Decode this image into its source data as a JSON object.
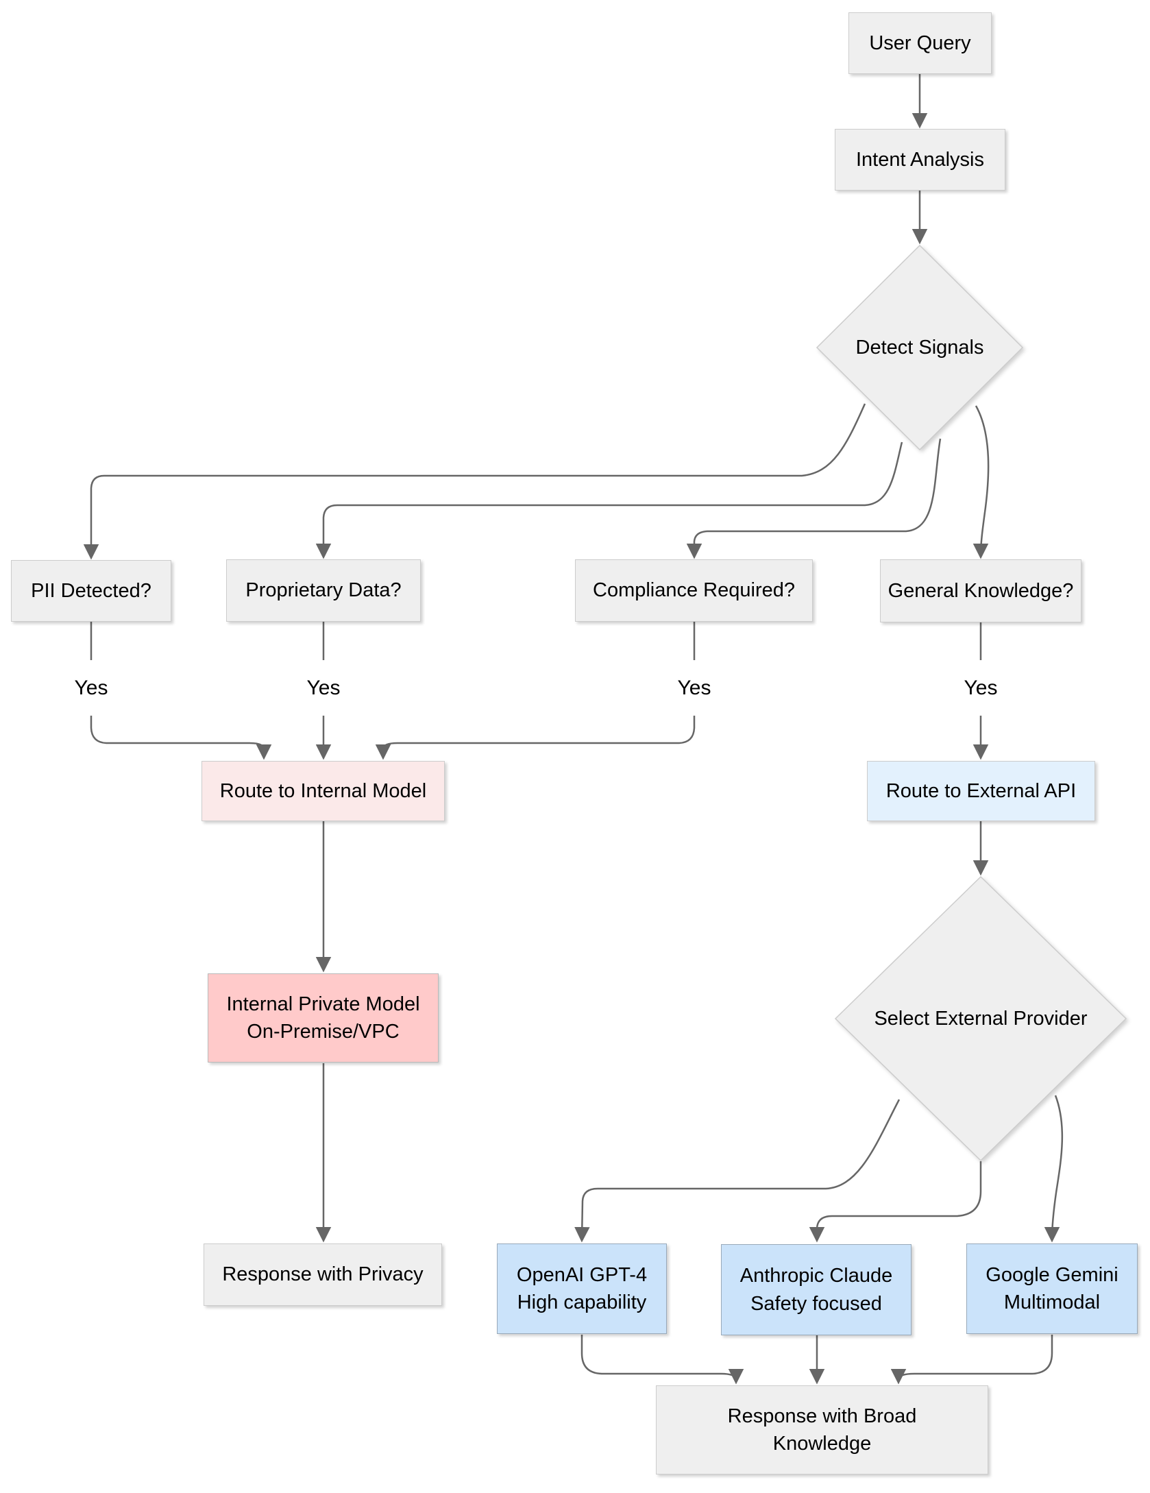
{
  "diagram": {
    "type": "flowchart",
    "direction": "top-down"
  },
  "labels": {
    "yes": "Yes"
  },
  "nodes": {
    "user_query": {
      "label": "User Query",
      "shape": "rect",
      "fill": "gray"
    },
    "intent_analysis": {
      "label": "Intent Analysis",
      "shape": "rect",
      "fill": "gray"
    },
    "detect_signals": {
      "label": "Detect Signals",
      "shape": "diamond",
      "fill": "gray"
    },
    "pii": {
      "label": "PII Detected?",
      "shape": "rect",
      "fill": "gray"
    },
    "proprietary": {
      "label": "Proprietary Data?",
      "shape": "rect",
      "fill": "gray"
    },
    "compliance": {
      "label": "Compliance Required?",
      "shape": "rect",
      "fill": "gray"
    },
    "general": {
      "label": "General Knowledge?",
      "shape": "rect",
      "fill": "gray"
    },
    "route_internal": {
      "label": "Route to Internal Model",
      "shape": "rect",
      "fill": "light_pink"
    },
    "route_external": {
      "label": "Route to External API",
      "shape": "rect",
      "fill": "light_blue"
    },
    "internal_model": {
      "line1": "Internal Private Model",
      "line2": "On-Premise/VPC",
      "shape": "rect",
      "fill": "pink"
    },
    "select_provider": {
      "label": "Select External Provider",
      "shape": "diamond",
      "fill": "gray"
    },
    "response_privacy": {
      "label": "Response with Privacy",
      "shape": "rect",
      "fill": "gray"
    },
    "openai": {
      "line1": "OpenAI GPT-4",
      "line2": "High capability",
      "shape": "rect",
      "fill": "blue"
    },
    "anthropic": {
      "line1": "Anthropic Claude",
      "line2": "Safety focused",
      "shape": "rect",
      "fill": "blue"
    },
    "gemini": {
      "line1": "Google Gemini",
      "line2": "Multimodal",
      "shape": "rect",
      "fill": "blue"
    },
    "response_broad": {
      "line1": "Response with Broad",
      "line2": "Knowledge",
      "shape": "rect",
      "fill": "gray"
    }
  },
  "edges": [
    {
      "from": "user_query",
      "to": "intent_analysis",
      "label": ""
    },
    {
      "from": "intent_analysis",
      "to": "detect_signals",
      "label": ""
    },
    {
      "from": "detect_signals",
      "to": "pii",
      "label": ""
    },
    {
      "from": "detect_signals",
      "to": "proprietary",
      "label": ""
    },
    {
      "from": "detect_signals",
      "to": "compliance",
      "label": ""
    },
    {
      "from": "detect_signals",
      "to": "general",
      "label": ""
    },
    {
      "from": "pii",
      "to": "route_internal",
      "label": "Yes"
    },
    {
      "from": "proprietary",
      "to": "route_internal",
      "label": "Yes"
    },
    {
      "from": "compliance",
      "to": "route_internal",
      "label": "Yes"
    },
    {
      "from": "general",
      "to": "route_external",
      "label": "Yes"
    },
    {
      "from": "route_internal",
      "to": "internal_model",
      "label": ""
    },
    {
      "from": "route_external",
      "to": "select_provider",
      "label": ""
    },
    {
      "from": "internal_model",
      "to": "response_privacy",
      "label": ""
    },
    {
      "from": "select_provider",
      "to": "openai",
      "label": ""
    },
    {
      "from": "select_provider",
      "to": "anthropic",
      "label": ""
    },
    {
      "from": "select_provider",
      "to": "gemini",
      "label": ""
    },
    {
      "from": "openai",
      "to": "response_broad",
      "label": ""
    },
    {
      "from": "anthropic",
      "to": "response_broad",
      "label": ""
    },
    {
      "from": "gemini",
      "to": "response_broad",
      "label": ""
    }
  ],
  "colors": {
    "node_gray": "#efefef",
    "node_border": "#cccccc",
    "light_pink": "#fbe9e9",
    "pink": "#ffcaca",
    "light_blue": "#e3f1fd",
    "blue": "#cbe3fa",
    "edge": "#666666",
    "text": "#000000",
    "background": "#ffffff"
  }
}
